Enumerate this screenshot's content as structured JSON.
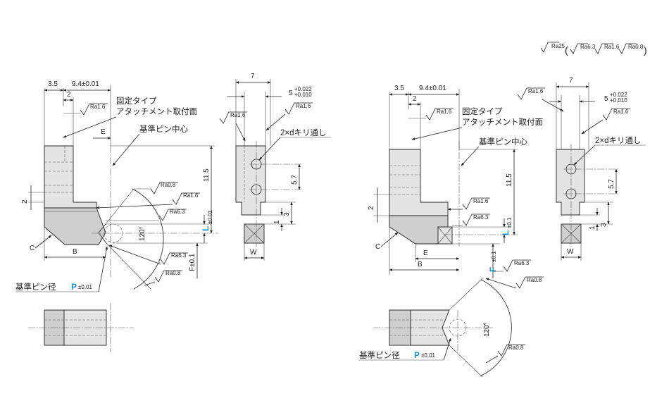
{
  "general_finish": {
    "main": "Ra25",
    "others": [
      "Ra6.3",
      "Ra1.6",
      "Ra0.8"
    ]
  },
  "left_view": {
    "dim_35": "3.5",
    "dim_94": "9.4±0.01",
    "dim_2_top": "2",
    "ra16_a": "Ra1.6",
    "attach_label_1": "固定タイプ",
    "attach_label_2": "アタッチメント取付面",
    "dim_E": "E",
    "pin_center": "基準ピン中心",
    "dim_115": "11.5",
    "dim_2_side": "2",
    "ra08_a": "Ra0.8",
    "ra16_b": "Ra1.6",
    "ra63_a": "Ra6.3",
    "dim_L": "L",
    "dim_L_tol": "±0.01",
    "angle": "120°",
    "dim_C": "C",
    "dim_B": "B",
    "ra63_b": "Ra6.3",
    "dim_F": "F±0.1",
    "ra08_b": "Ra0.8",
    "pin_dia_label": "基準ピン径",
    "dim_P": "P",
    "dim_P_tol": "±0.01"
  },
  "left_side": {
    "dim_7": "7",
    "dim_5": "5",
    "tol_upper": "+0.022",
    "tol_lower": "+0.010",
    "ra16_a": "Ra1.6",
    "ra16_b": "Ra1.6",
    "holes": "2×dキリ通し",
    "dim_57": "5.7",
    "dim_3": "3",
    "dim_1": "1",
    "dim_W": "W"
  },
  "right_view": {
    "dim_35": "3.5",
    "dim_94": "9.4±0.01",
    "dim_2_top": "2",
    "ra16_top": "Ra1.6",
    "ra16_a": "Ra1.6",
    "attach_label_1": "固定タイプ",
    "attach_label_2": "アタッチメント取付面",
    "pin_center": "基準ピン中心",
    "dim_115": "11.5",
    "dim_2_side": "2",
    "ra16_b": "Ra1.6",
    "ra63_a": "Ra6.3",
    "dim_L": "L",
    "dim_L_tol": "±0.1",
    "dim_C": "C",
    "dim_E": "E",
    "dim_B": "B",
    "dim_F": "F",
    "dim_F_tol": "±0.1",
    "ra63_b": "Ra6.3",
    "ra08_a": "Ra0.8",
    "angle": "120°",
    "ra08_b": "Ra0.8",
    "pin_dia_label": "基準ピン径",
    "dim_P": "P",
    "dim_P_tol": "±0.01"
  },
  "right_side": {
    "dim_7": "7",
    "dim_5": "5",
    "tol_upper": "+0.022",
    "tol_lower": "+0.010",
    "ra16": "Ra1.6",
    "holes": "2×dキリ通し",
    "dim_57": "5.7",
    "dim_3": "3",
    "dim_1": "1",
    "dim_W": "W"
  },
  "colors": {
    "accent": "#1a8fd6",
    "line": "#222222",
    "fill": "#e4e4e4"
  }
}
